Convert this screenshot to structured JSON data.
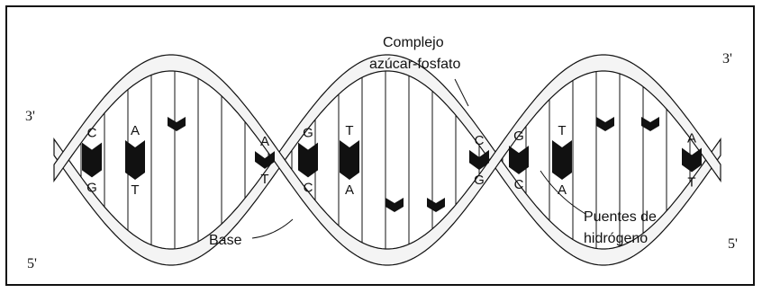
{
  "diagram": {
    "labels": {
      "backbone_line1": "Complejo",
      "backbone_line2": "azúcar-fosfato",
      "hydrogen_line1": "Puentes de",
      "hydrogen_line2": "hidrógeno",
      "base": "Base"
    },
    "strand_ends": {
      "left_top": "3'",
      "left_bottom": "5'",
      "right_top": "3'",
      "right_bottom": "5'"
    },
    "base_pairs": [
      {
        "top": "C",
        "bottom": "G"
      },
      {
        "top": "A",
        "bottom": "T"
      },
      {
        "top": "A",
        "bottom": "T"
      },
      {
        "top": "G",
        "bottom": "C"
      },
      {
        "top": "T",
        "bottom": "A"
      },
      {
        "top": "C",
        "bottom": "G"
      },
      {
        "top": "G",
        "bottom": "C"
      },
      {
        "top": "T",
        "bottom": "A"
      },
      {
        "top": "A",
        "bottom": "T"
      }
    ]
  },
  "colors": {
    "ink": "#111111",
    "paper": "#ffffff",
    "strand_fill": "#f4f4f4"
  }
}
